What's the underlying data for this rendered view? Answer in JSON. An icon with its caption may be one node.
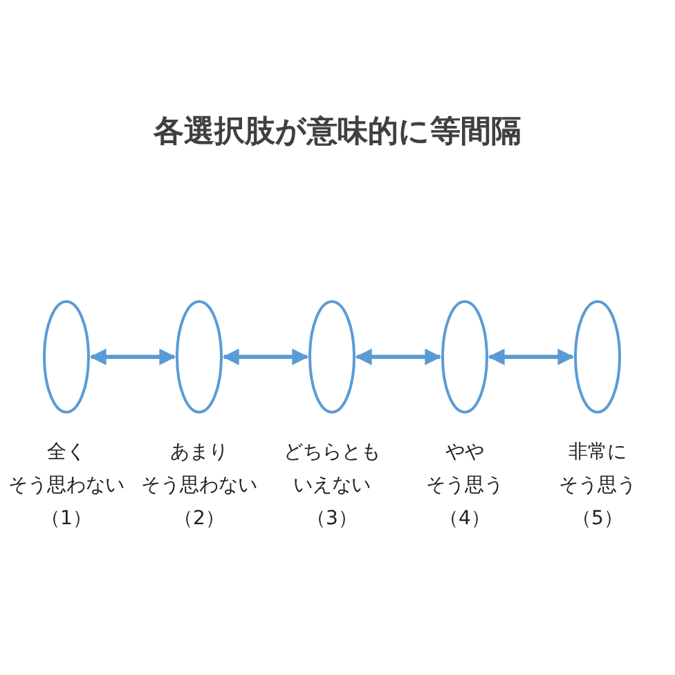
{
  "diagram": {
    "title": "各選択肢が意味的に等間隔",
    "nodes": [
      {
        "text": [],
        "shape": "circle",
        "beside": [
          "全く",
          "そう思わない",
          "（1）"
        ]
      },
      {
        "text": [],
        "shape": "circle",
        "beside": [
          "あまり",
          "そう思わない",
          "（2）"
        ]
      },
      {
        "text": [],
        "shape": "circle",
        "beside": [
          "どちらとも",
          "いえない",
          "（3）"
        ]
      },
      {
        "text": [],
        "shape": "circle",
        "beside": [
          "やや",
          "そう思う",
          "（4）"
        ]
      },
      {
        "text": [],
        "shape": "circle",
        "beside": [
          "非常に",
          "そう思う",
          "（5）"
        ]
      }
    ],
    "edges": [
      {
        "from": 0,
        "to": 1,
        "arrow": "both"
      },
      {
        "from": 1,
        "to": 2,
        "arrow": "both"
      },
      {
        "from": 2,
        "to": 3,
        "arrow": "both"
      },
      {
        "from": 3,
        "to": 4,
        "arrow": "both"
      }
    ]
  }
}
